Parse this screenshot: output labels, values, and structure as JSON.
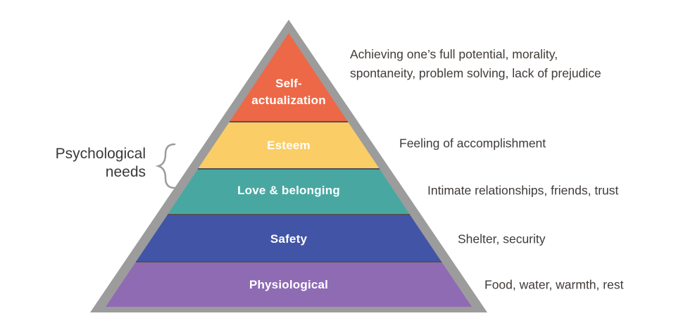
{
  "colors": {
    "background": "#FFFFFF",
    "border": "#9C9C9C",
    "separator": "#525254",
    "band_label_text": "#FFFFFF",
    "description_text": "#403B38",
    "annotation_text": "#3B3836"
  },
  "left_annotation": {
    "lines": [
      "Psychological",
      "needs"
    ]
  },
  "levels": [
    {
      "name": "self-actualization",
      "color": "#ED6847",
      "label_lines": [
        "Self-",
        "actualization"
      ],
      "desc_lines": [
        "Achieving one’s full potential, morality,",
        "spontaneity, problem solving, lack of prejudice"
      ]
    },
    {
      "name": "esteem",
      "color": "#FACD66",
      "label_lines": [
        "Esteem"
      ],
      "desc_lines": [
        "Feeling of accomplishment"
      ]
    },
    {
      "name": "love-belonging",
      "color": "#48A8A1",
      "label_lines": [
        "Love & belonging"
      ],
      "desc_lines": [
        "Intimate relationships, friends, trust"
      ]
    },
    {
      "name": "safety",
      "color": "#4254A6",
      "label_lines": [
        "Safety"
      ],
      "desc_lines": [
        "Shelter, security"
      ]
    },
    {
      "name": "physiological",
      "color": "#8F6BB4",
      "label_lines": [
        "Physiological"
      ],
      "desc_lines": [
        "Food, water, warmth, rest"
      ]
    }
  ]
}
